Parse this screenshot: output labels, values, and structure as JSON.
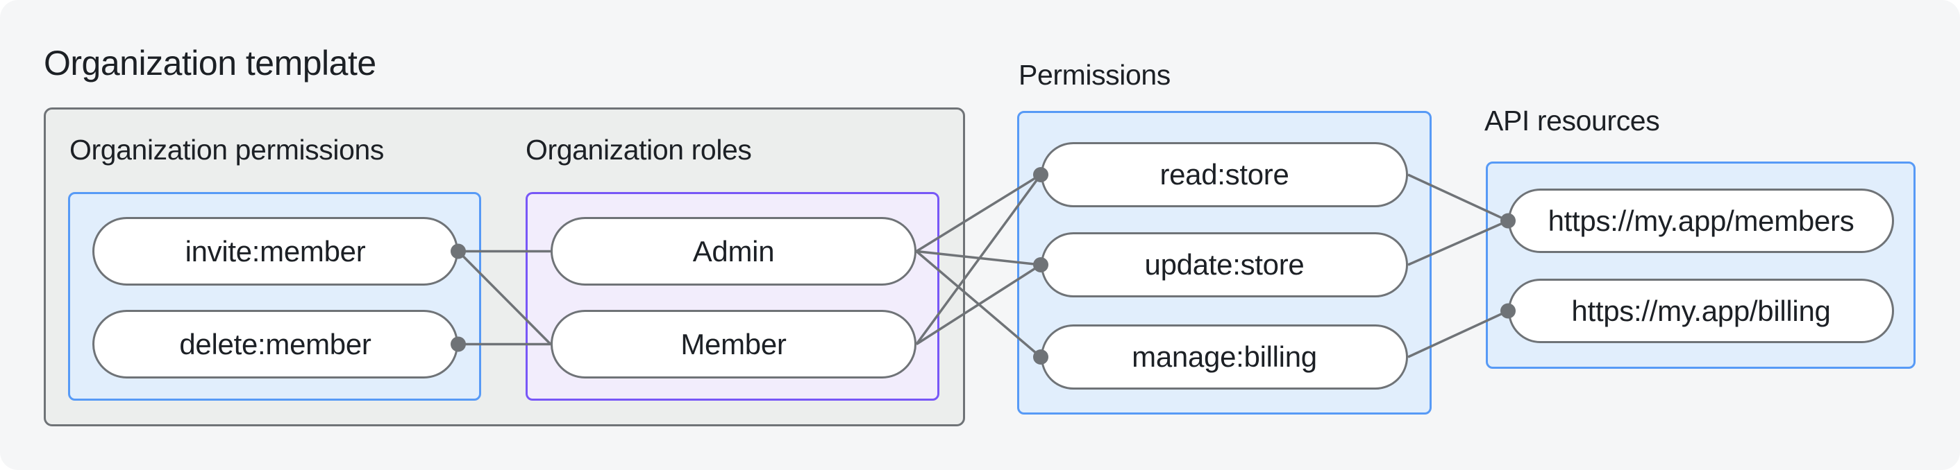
{
  "title": "Organization template",
  "groups": {
    "org_permissions": {
      "heading": "Organization permissions",
      "items": [
        {
          "id": "invite",
          "label": "invite:member",
          "dot": "right"
        },
        {
          "id": "delete",
          "label": "delete:member",
          "dot": "right"
        }
      ]
    },
    "org_roles": {
      "heading": "Organization roles",
      "items": [
        {
          "id": "admin",
          "label": "Admin",
          "dot": null
        },
        {
          "id": "member",
          "label": "Member",
          "dot": null
        }
      ]
    },
    "permissions": {
      "heading": "Permissions",
      "items": [
        {
          "id": "read",
          "label": "read:store",
          "dot": "left"
        },
        {
          "id": "update",
          "label": "update:store",
          "dot": "left"
        },
        {
          "id": "manage",
          "label": "manage:billing",
          "dot": "left"
        }
      ]
    },
    "api_resources": {
      "heading": "API resources",
      "items": [
        {
          "id": "members",
          "label": "https://my.app/members",
          "dot": "left"
        },
        {
          "id": "billing",
          "label": "https://my.app/billing",
          "dot": "left"
        }
      ]
    }
  },
  "edges": [
    {
      "from": "invite",
      "to": "admin"
    },
    {
      "from": "invite",
      "to": "member"
    },
    {
      "from": "delete",
      "to": "member"
    },
    {
      "from": "admin",
      "to": "read"
    },
    {
      "from": "admin",
      "to": "update"
    },
    {
      "from": "admin",
      "to": "manage"
    },
    {
      "from": "member",
      "to": "read"
    },
    {
      "from": "member",
      "to": "update"
    },
    {
      "from": "read",
      "to": "members"
    },
    {
      "from": "update",
      "to": "members"
    },
    {
      "from": "manage",
      "to": "billing"
    }
  ],
  "colors": {
    "background": "#F5F6F7",
    "text": "#1C2025",
    "gray_border": "#6F7377",
    "gray_fill": "#ECEEED",
    "blue_border": "#579AF6",
    "blue_fill": "#E1EEFC",
    "purple_border": "#7857F7",
    "purple_fill": "#F2EDFC",
    "pill_border": "#6F7377",
    "pill_fill": "#FFFFFF",
    "connector": "#6F7377"
  }
}
